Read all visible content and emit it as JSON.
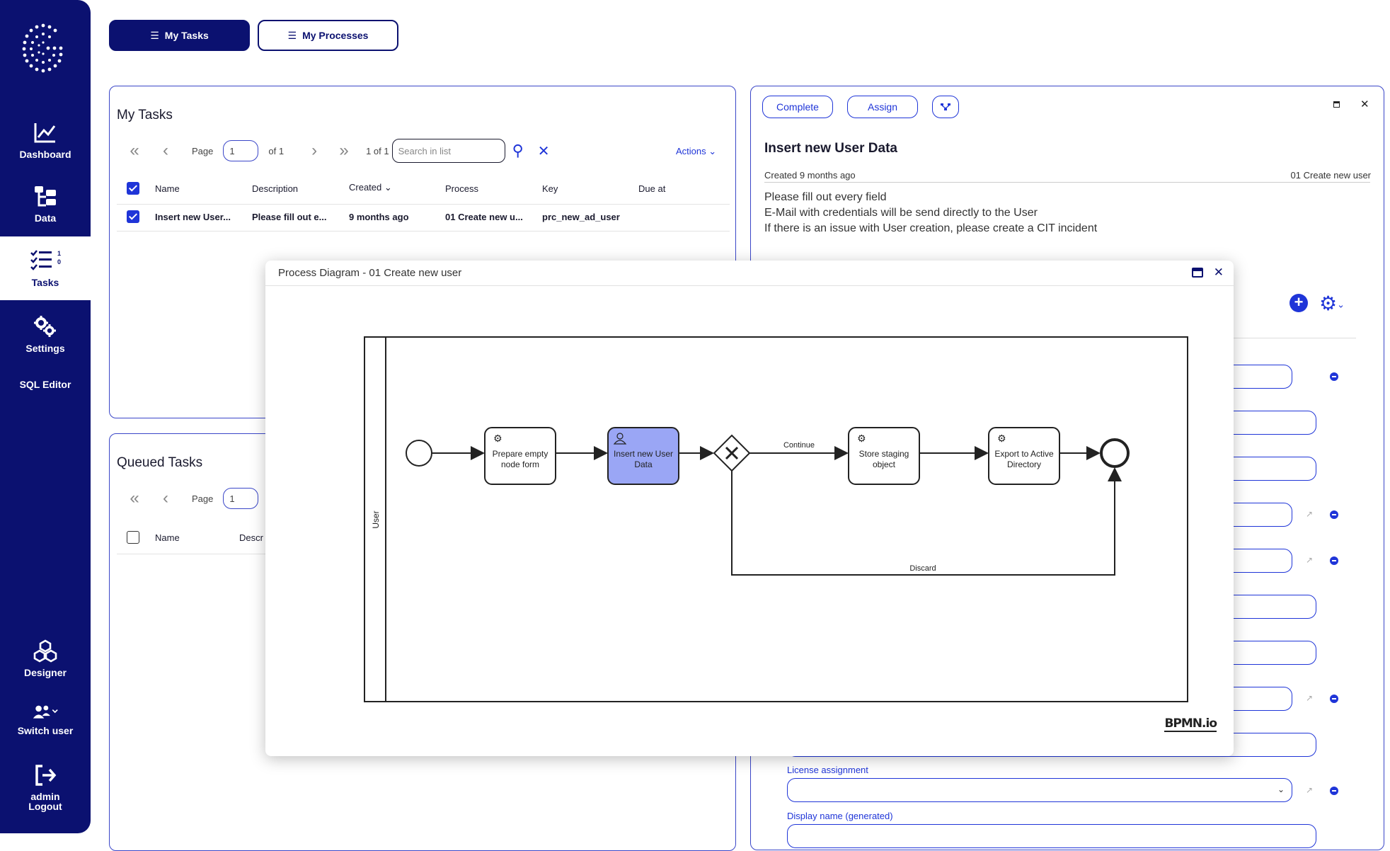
{
  "sidebar": {
    "items": [
      {
        "label": "Dashboard",
        "icon": "chart-line-icon"
      },
      {
        "label": "Data",
        "icon": "data-tables-icon"
      },
      {
        "label": "Tasks",
        "icon": "tasks-list-icon",
        "badge_top": "1",
        "badge_bottom": "0"
      },
      {
        "label": "Settings",
        "icon": "gears-icon"
      },
      {
        "label": "SQL Editor"
      },
      {
        "label": "Designer",
        "icon": "cubes-icon"
      },
      {
        "label": "Switch user",
        "icon": "users-icon"
      },
      {
        "label_line1": "admin",
        "label_line2": "Logout",
        "icon": "logout-icon"
      }
    ]
  },
  "top_tabs": {
    "my_tasks": "My Tasks",
    "my_processes": "My Processes"
  },
  "my_tasks_panel": {
    "title": "My Tasks",
    "pager": {
      "page_label": "Page",
      "page_value": "1",
      "of_label": "of 1",
      "count_label": "1 of 1"
    },
    "search_placeholder": "Search in list",
    "actions_label": "Actions",
    "columns": [
      "Name",
      "Description",
      "Created",
      "Process",
      "Key",
      "Due at"
    ],
    "rows": [
      {
        "name": "Insert new User...",
        "description": "Please fill out e...",
        "created": "9 months ago",
        "process": "01 Create new u...",
        "key": "prc_new_ad_user",
        "due": ""
      }
    ]
  },
  "queued_panel": {
    "title": "Queued Tasks",
    "pager": {
      "page_label": "Page",
      "page_value": "1"
    },
    "columns": [
      "Name",
      "Descr"
    ]
  },
  "detail_panel": {
    "buttons": {
      "complete": "Complete",
      "assign": "Assign"
    },
    "title": "Insert new User Data",
    "created": "Created 9 months ago",
    "process_name": "01 Create new user",
    "description_lines": [
      "Please fill out every field",
      "E-Mail with credentials will be send directly to the User",
      "If there is an issue with User creation, please create a CIT incident"
    ],
    "form_labels": {
      "license": "License assignment",
      "display_name": "Display name (generated)"
    }
  },
  "modal": {
    "title": "Process Diagram - 01 Create new user",
    "lane_label": "User",
    "tasks": [
      "Prepare empty node form",
      "Insert new User Data",
      "Store staging object",
      "Export to Active Directory"
    ],
    "flows": {
      "continue": "Continue",
      "discard": "Discard"
    },
    "brand": "BPMN.io"
  },
  "colors": {
    "sidebar": "#0b1170",
    "accent": "#1f35d8",
    "active_task": "#9aa6f5"
  }
}
